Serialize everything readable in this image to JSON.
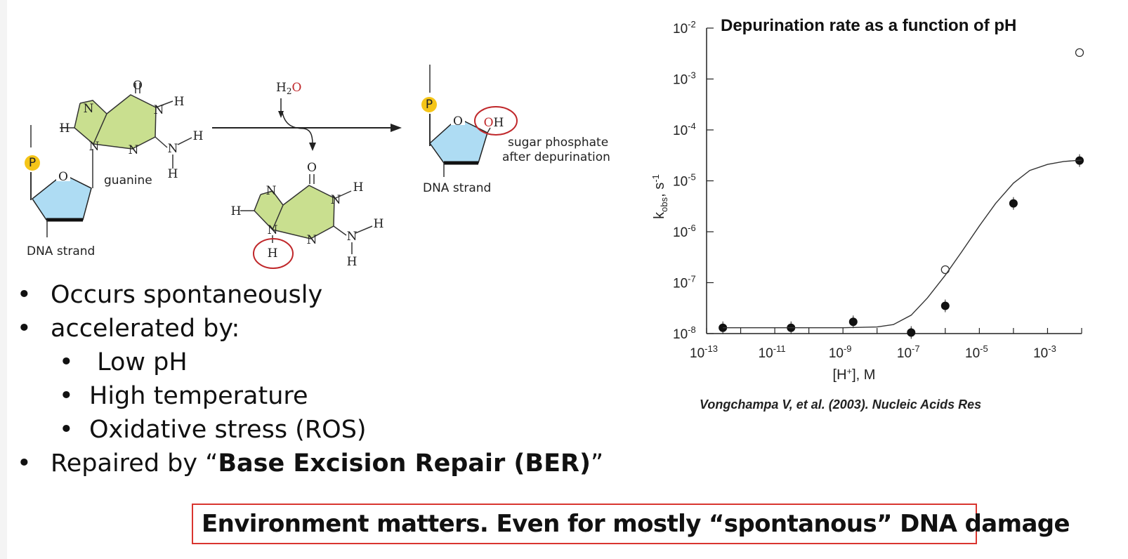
{
  "diagram": {
    "reactant_label": "guanine",
    "reactant_strand_label": "DNA strand",
    "reagent_h": "H",
    "reagent_sub": "2",
    "reagent_o": "O",
    "product_strand_label": "DNA strand",
    "product_sugar_label_line1": "sugar phosphate",
    "product_sugar_label_line2": "after depurination",
    "phosphate_symbol": "P",
    "atoms": {
      "N": "N",
      "O": "O",
      "H": "H",
      "OH_O": "O",
      "OH_H": "H"
    }
  },
  "bullets": [
    {
      "level": 1,
      "text": "Occurs spontaneously"
    },
    {
      "level": 1,
      "text": "accelerated by:"
    },
    {
      "level": 2,
      "text": " Low pH"
    },
    {
      "level": 2,
      "text": "High temperature"
    },
    {
      "level": 2,
      "text": "Oxidative stress (ROS)"
    },
    {
      "level": 1,
      "prefix": "Repaired by “",
      "bold": "Base Excision Repair (BER)",
      "suffix": "”"
    }
  ],
  "takeaway": "Environment matters. Even for mostly “spontanous” DNA damage",
  "citation": "Vongchampa V, et al. (2003). Nucleic Acids Res",
  "colors": {
    "purine": "#c9df8f",
    "sugar": "#aedcf3",
    "phosphate": "#f5c518",
    "highlight": "#c0282b",
    "box_border": "#d9352f"
  },
  "chart_data": {
    "type": "scatter",
    "title": "Depurination rate as a function of pH",
    "xlabel": "[H+], M",
    "ylabel": "k_obs, s-1",
    "x_scale": "log",
    "y_scale": "log",
    "xlim": [
      1e-13,
      0.01
    ],
    "ylim": [
      1e-08,
      0.01
    ],
    "x_tick_exponents": [
      -13,
      -11,
      -9,
      -7,
      -5,
      -3
    ],
    "y_tick_exponents": [
      -2,
      -3,
      -4,
      -5,
      -6,
      -7,
      -8
    ],
    "series": [
      {
        "marker": "filled",
        "x": [
          3e-13,
          3e-11,
          2e-09,
          1e-07,
          1e-06,
          0.0001,
          0.01
        ],
        "y": [
          1.3e-08,
          1.3e-08,
          1.7e-08,
          1.05e-08,
          3.5e-08,
          3.6e-06,
          2.5e-05
        ]
      },
      {
        "marker": "open",
        "x": [
          1e-06,
          0.01
        ],
        "y": [
          1.8e-07,
          0.0033
        ]
      },
      {
        "marker": "line",
        "x": [
          3e-13,
          1e-12,
          1e-11,
          1e-10,
          1e-09,
          1e-08,
          3e-08,
          1e-07,
          3e-07,
          1e-06,
          3e-06,
          1e-05,
          3e-05,
          0.0001,
          0.0003,
          0.001,
          0.003,
          0.01
        ],
        "y": [
          1.3e-08,
          1.3e-08,
          1.3e-08,
          1.3e-08,
          1.3e-08,
          1.35e-08,
          1.5e-08,
          2.3e-08,
          5e-08,
          1.4e-07,
          4e-07,
          1.3e-06,
          3.6e-06,
          9e-06,
          1.6e-05,
          2.1e-05,
          2.4e-05,
          2.55e-05
        ]
      }
    ]
  }
}
